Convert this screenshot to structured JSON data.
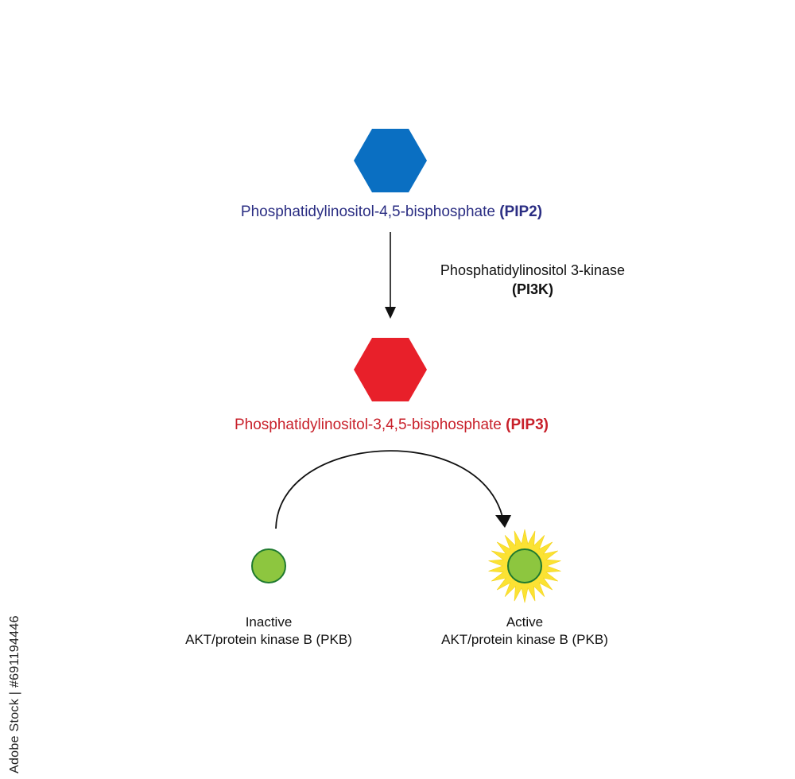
{
  "colors": {
    "pip2": "#0a6fc2",
    "pip2_text": "#2b2e83",
    "pip3": "#e8202a",
    "pip3_text": "#c8202a",
    "akt": "#8dc63f",
    "akt_outline": "#1f7a2f",
    "glow": "#fbe233",
    "arrow": "#111111"
  },
  "pip2": {
    "name": "Phosphatidylinositol-4,5-bisphosphate",
    "abbr": "(PIP2)"
  },
  "enzyme": {
    "name": "Phosphatidylinositol 3-kinase",
    "abbr": "(PI3K)"
  },
  "pip3": {
    "name": "Phosphatidylinositol-3,4,5-bisphosphate",
    "abbr": "(PIP3)"
  },
  "akt_inactive": {
    "state": "Inactive",
    "name": "AKT/protein kinase B (PKB)"
  },
  "akt_active": {
    "state": "Active",
    "name": "AKT/protein kinase B (PKB)"
  },
  "watermark": {
    "text": "Adobe Stock | #691194446"
  }
}
